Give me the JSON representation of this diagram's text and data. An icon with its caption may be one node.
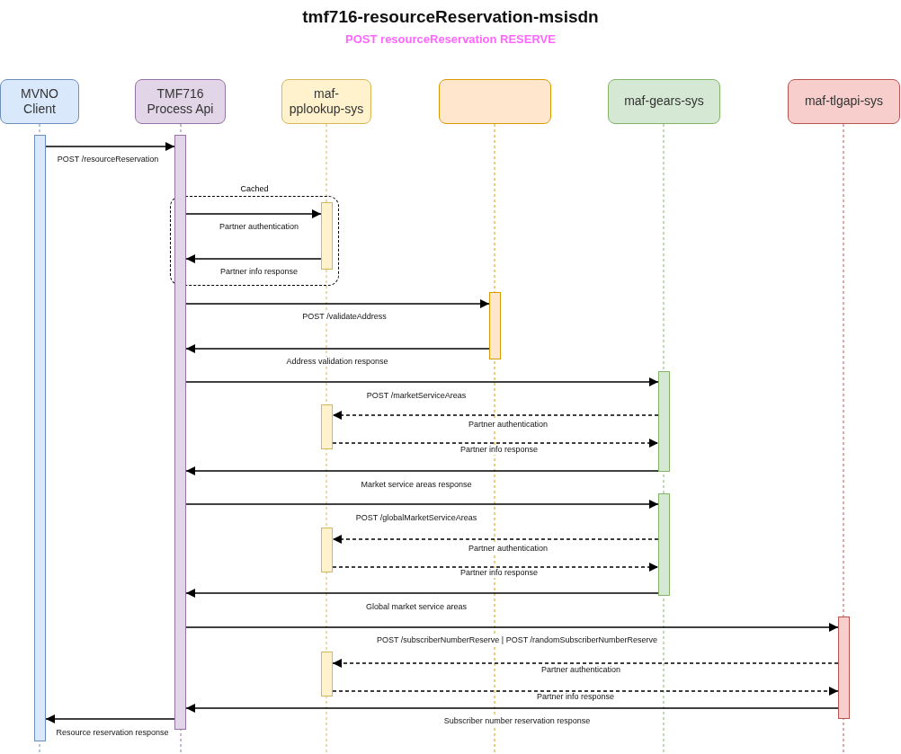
{
  "diagram": {
    "title": "tmf716-resourceReservation-msisdn",
    "nodes": [
      {
        "text": [
          "MVNO Client"
        ]
      },
      {
        "text": [
          "TMF716 Process Api"
        ]
      },
      {
        "text": [
          "maf-pplookup-sys"
        ]
      },
      {
        "text": [],
        "shape": "box"
      },
      {
        "text": [
          "maf-gears-sys"
        ]
      },
      {
        "text": [
          "maf-tlgapi-sys"
        ]
      },
      {
        "text": [
          "Cached"
        ]
      },
      {
        "text": [],
        "shape": "bar"
      },
      {
        "text": [],
        "shape": "bar"
      },
      {
        "text": [],
        "shape": "bar",
        "in": 6
      },
      {
        "text": [],
        "shape": "bar"
      },
      {
        "text": [],
        "shape": "bar"
      },
      {
        "text": [],
        "shape": "bar"
      },
      {
        "text": [],
        "shape": "bar"
      },
      {
        "text": [],
        "shape": "bar"
      },
      {
        "text": [],
        "shape": "bar"
      },
      {
        "text": [],
        "shape": "bar"
      }
    ],
    "edges": [
      {
        "from": 7,
        "to": 8,
        "arrow": "to",
        "label": "POST /resourceReservation"
      },
      {
        "from": 8,
        "to": 9,
        "arrow": "to",
        "label": "Partner authentication"
      },
      {
        "from": 9,
        "to": 8,
        "arrow": "to",
        "label": "Partner info response"
      },
      {
        "from": 8,
        "to": 10,
        "arrow": "to",
        "label": "POST /validateAddress"
      },
      {
        "from": 10,
        "to": 8,
        "arrow": "to",
        "label": "Address validation response"
      },
      {
        "from": 8,
        "to": 11,
        "arrow": "to",
        "label": "POST /marketServiceAreas"
      },
      {
        "from": 11,
        "to": 12,
        "arrow": "to",
        "label": "Partner authentication",
        "style": "dashed"
      },
      {
        "from": 12,
        "to": 11,
        "arrow": "to",
        "label": "Partner info response",
        "style": "dashed"
      },
      {
        "from": 11,
        "to": 8,
        "arrow": "to",
        "label": "Market service areas response"
      },
      {
        "from": 8,
        "to": 13,
        "arrow": "to",
        "label": "POST /globalMarketServiceAreas"
      },
      {
        "from": 13,
        "to": 14,
        "arrow": "to",
        "label": "Partner authentication",
        "style": "dashed"
      },
      {
        "from": 14,
        "to": 13,
        "arrow": "to",
        "label": "Partner info response",
        "style": "dashed"
      },
      {
        "from": 13,
        "to": 8,
        "arrow": "to",
        "label": "Global market service areas"
      },
      {
        "from": 8,
        "to": 15,
        "arrow": "to",
        "label": "POST /subscriberNumberReserve | POST /randomSubscriberNumberReserve"
      },
      {
        "from": 15,
        "to": 16,
        "arrow": "to",
        "label": "Partner authentication",
        "style": "dashed"
      },
      {
        "from": 16,
        "to": 15,
        "arrow": "to",
        "label": "Partner info response",
        "style": "dashed"
      },
      {
        "from": 15,
        "to": 8,
        "arrow": "to",
        "label": "Subscriber number reservation response"
      },
      {
        "from": 8,
        "to": 7,
        "arrow": "to",
        "label": "Resource reservation response"
      }
    ],
    "labels": [
      "POST resourceReservation RESERVE"
    ]
  }
}
